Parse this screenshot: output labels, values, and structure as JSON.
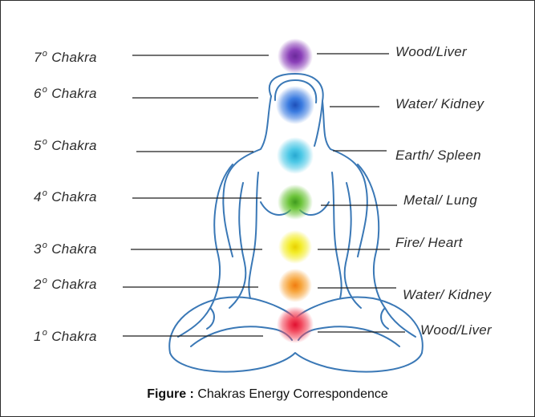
{
  "colors": {
    "body_outline": "#3a78b6",
    "leader_line": "#1e1e1e",
    "text": "#2b2b2b"
  },
  "chakras_left": [
    {
      "num": "7",
      "sup": "o",
      "word": "Chakra"
    },
    {
      "num": "6",
      "sup": "o",
      "word": "Chakra"
    },
    {
      "num": "5",
      "sup": "o",
      "word": "Chakra"
    },
    {
      "num": "4",
      "sup": "o",
      "word": "Chakra"
    },
    {
      "num": "3",
      "sup": "o",
      "word": "Chakra"
    },
    {
      "num": "2",
      "sup": "o",
      "word": "Chakra"
    },
    {
      "num": "1",
      "sup": "o",
      "word": "Chakra"
    }
  ],
  "elements_right": [
    "Wood/Liver",
    "Water/ Kidney",
    "Earth/ Spleen",
    "Metal/ Lung",
    "Fire/ Heart",
    "Water/ Kidney",
    "Wood/Liver"
  ],
  "orbs": [
    {
      "name": "crown",
      "color": "#8a3fb8",
      "core": "#6a2a9a"
    },
    {
      "name": "third-eye",
      "color": "#3a7be0",
      "core": "#1e4fb8"
    },
    {
      "name": "throat",
      "color": "#4cc8e6",
      "core": "#28a8d0"
    },
    {
      "name": "heart",
      "color": "#6cc43a",
      "core": "#3f9a1e"
    },
    {
      "name": "solar-plexus",
      "color": "#f3ec2a",
      "core": "#e8d000"
    },
    {
      "name": "sacral",
      "color": "#f7a43a",
      "core": "#f07c10"
    },
    {
      "name": "root",
      "color": "#f24a5e",
      "core": "#e01030"
    }
  ],
  "caption": {
    "prefix": "Figure :",
    "text": " Chakras Energy Correspondence"
  }
}
